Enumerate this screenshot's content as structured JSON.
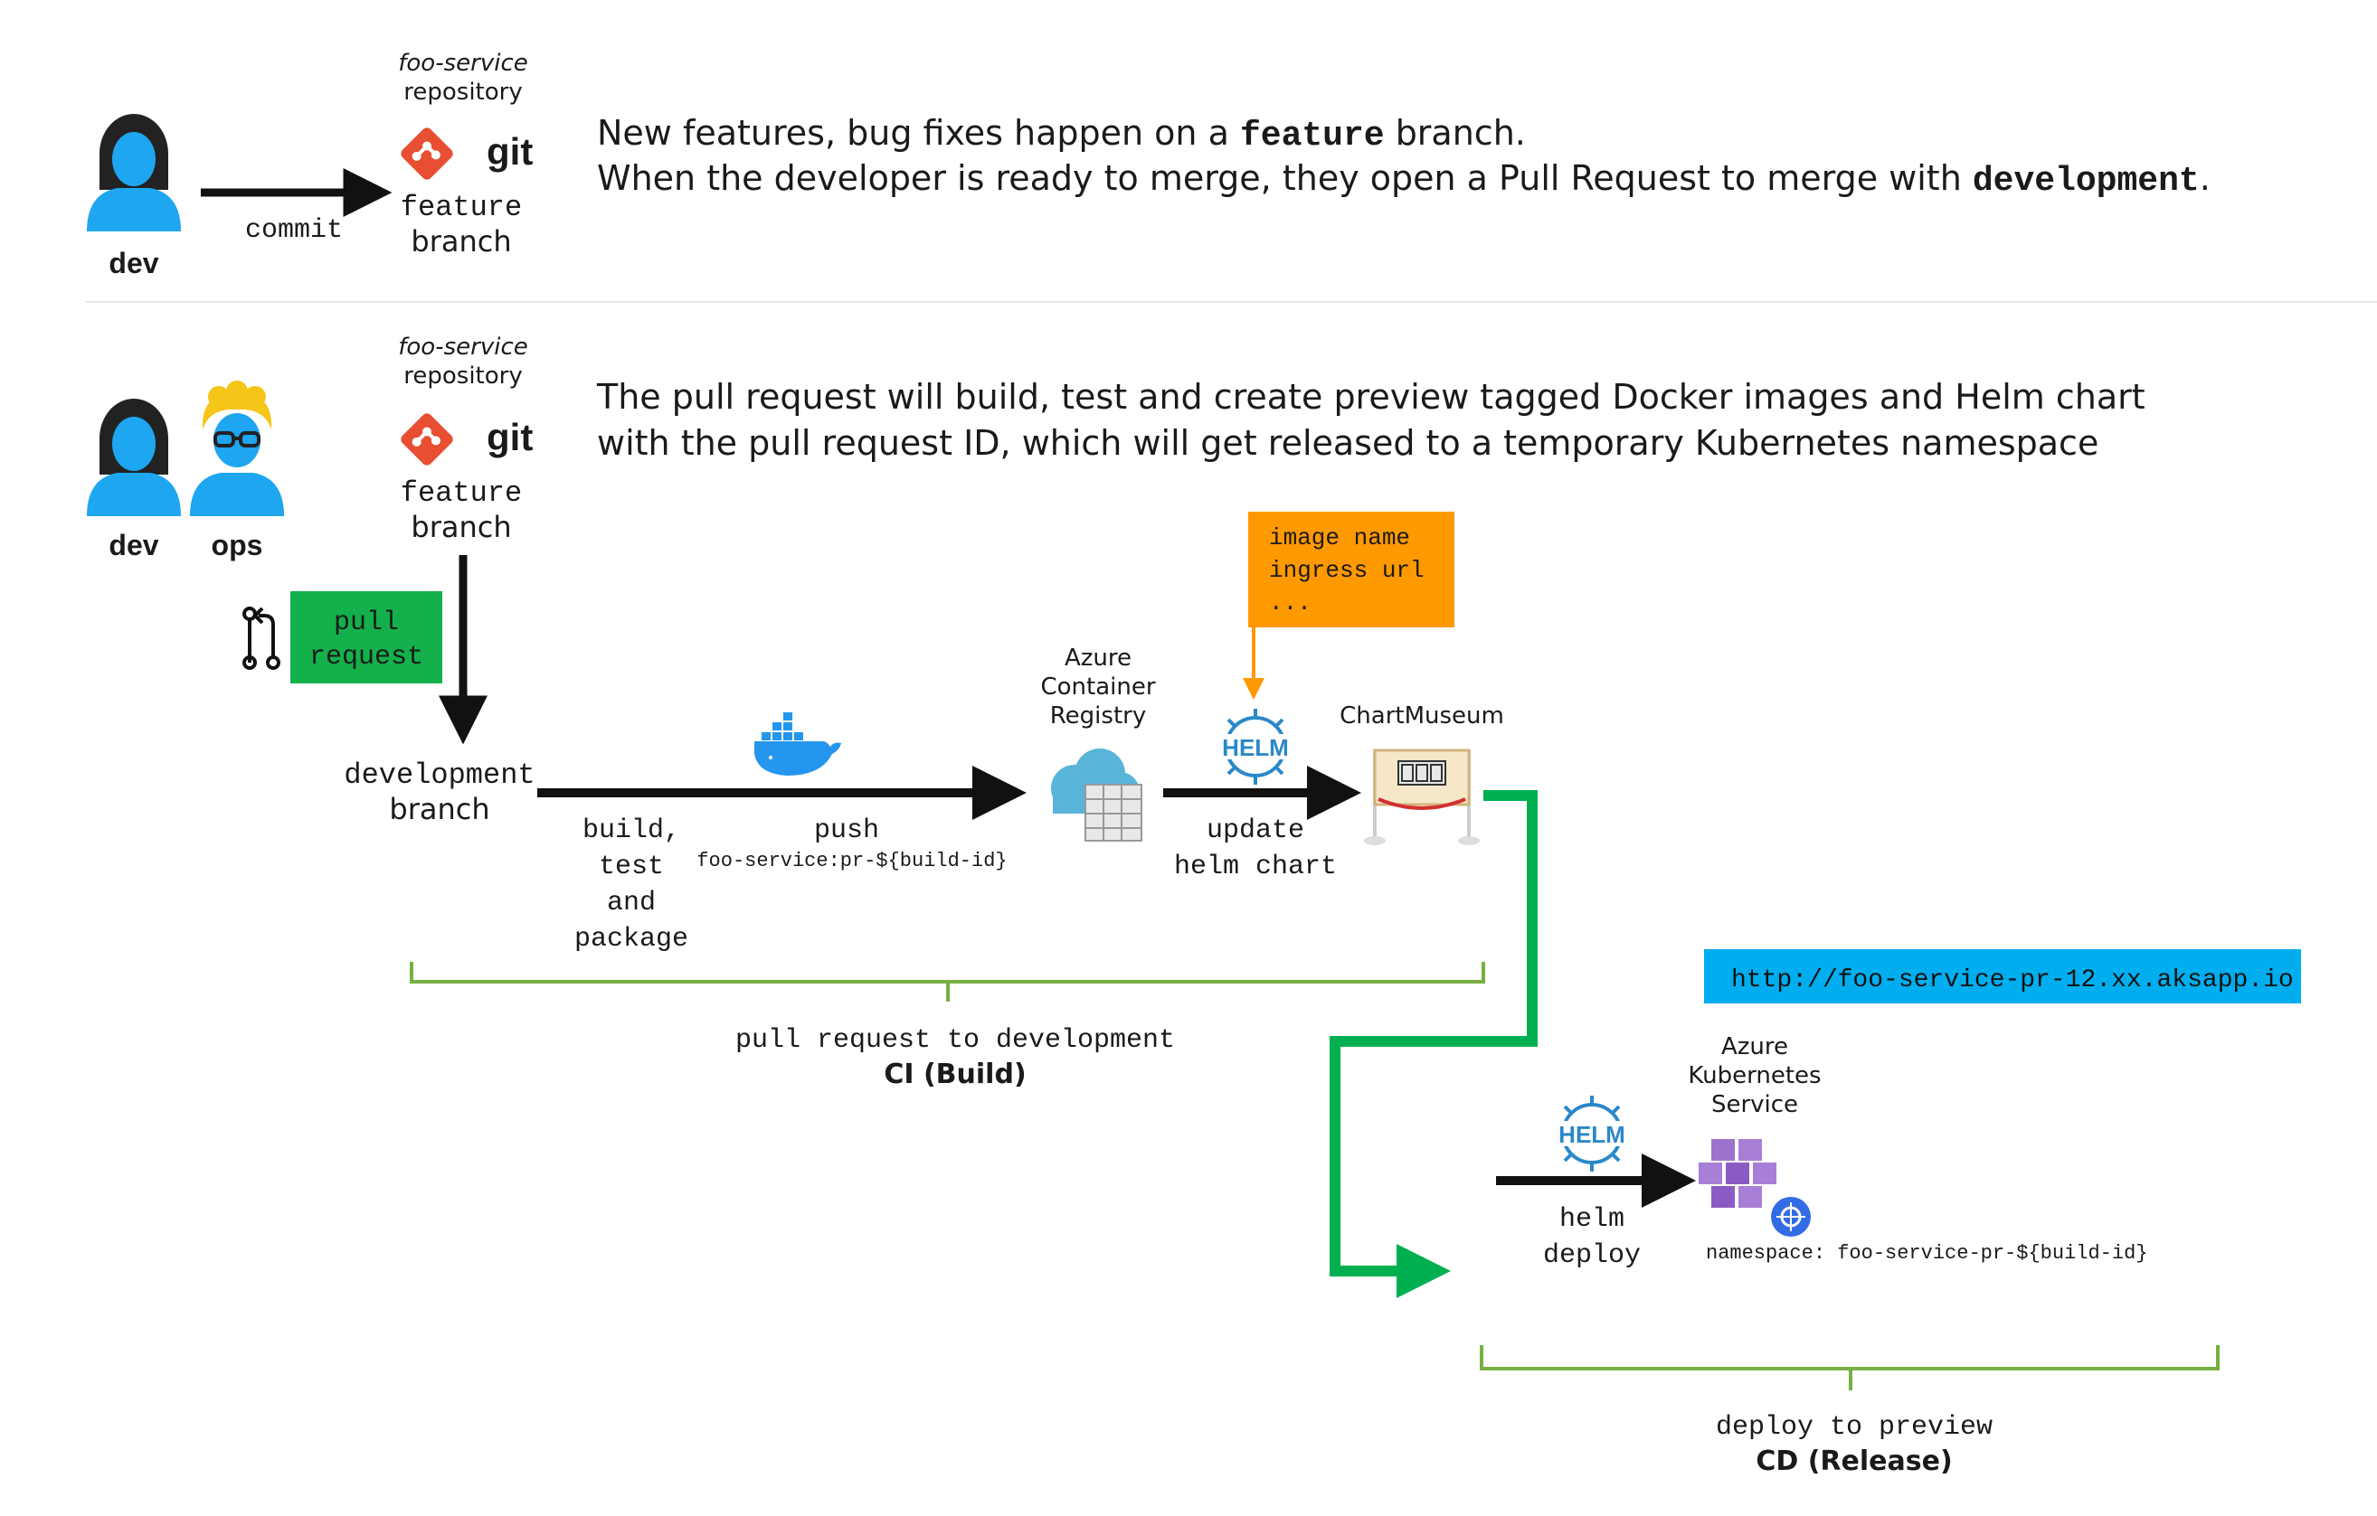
{
  "colors": {
    "person_blue": "#1ea6f0",
    "hair_dark": "#222222",
    "hair_blond": "#f5c518",
    "git_red": "#e84e31",
    "pr_green": "#13b04b",
    "annotation_orange": "#ff9900",
    "url_blue": "#00aeef",
    "helm_blue": "#2a88c9",
    "aks_purple": "#8a5bc4",
    "brace_green": "#76b043",
    "cd_arrow_green": "#00b050",
    "text_dark": "#1a1a1a"
  },
  "section1": {
    "dev_label": "dev",
    "commit_label": "commit",
    "repo_line1": "foo-service",
    "repo_line2": "repository",
    "git_label": "git",
    "branch_line1": "feature",
    "branch_line2": "branch",
    "desc_line1_pre": "New features, bug fixes happen on a ",
    "desc_line1_bold": "feature",
    "desc_line1_post": " branch.",
    "desc_line2_pre": "When the developer is  ready to merge, they open a Pull Request to merge with ",
    "desc_line2_bold": "development",
    "desc_line2_post": "."
  },
  "section2": {
    "dev_label": "dev",
    "ops_label": "ops",
    "repo_line1": "foo-service",
    "repo_line2": "repository",
    "git_label": "git",
    "branch_line1": "feature",
    "branch_line2": "branch",
    "pr_line1": "pull",
    "pr_line2": "request",
    "desc_line1": "The pull request will build, test and create preview tagged Docker images and Helm chart",
    "desc_line2": "with the pull request ID, which will get released to a temporary Kubernetes namespace",
    "dev_branch_line1": "development",
    "dev_branch_line2": "branch",
    "build_line1": "build,",
    "build_line2": "test",
    "build_line3": "and",
    "build_line4": "package",
    "push_label": "push",
    "push_tag": "foo-service:pr-${build-id}",
    "acr_line1": "Azure",
    "acr_line2": "Container",
    "acr_line3": "Registry",
    "note_line1": "image name",
    "note_line2": "ingress url",
    "note_line3": "...",
    "helm_label": "HELM",
    "update_line1": "update",
    "update_line2": "helm chart",
    "chartmuseum_label": "ChartMuseum",
    "ci_line1": "pull request to development",
    "ci_line2": "CI (Build)",
    "url": "http://foo-service-pr-12.xx.aksapp.io",
    "aks_line1": "Azure",
    "aks_line2": "Kubernetes",
    "aks_line3": "Service",
    "helm2_label": "HELM",
    "deploy_line1": "helm",
    "deploy_line2": "deploy",
    "namespace_label": "namespace: foo-service-pr-${build-id}",
    "cd_line1": "deploy to preview",
    "cd_line2": "CD (Release)"
  }
}
